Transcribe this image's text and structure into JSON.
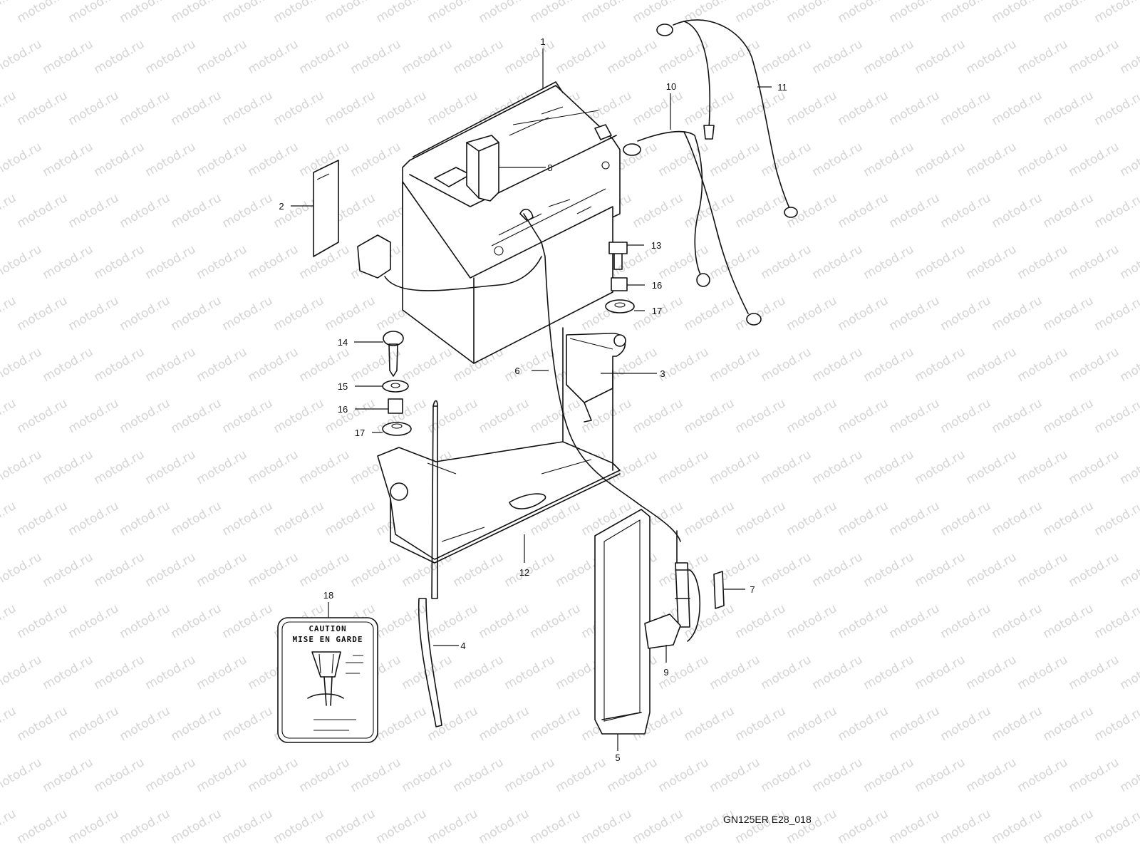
{
  "watermark": "motod.ru",
  "drawing_code": "GN125ER E28_018",
  "caution_label": {
    "line1": "CAUTION",
    "line2": "MISE EN GARDE"
  },
  "callouts": [
    "1",
    "2",
    "3",
    "4",
    "5",
    "6",
    "7",
    "8",
    "9",
    "10",
    "11",
    "12",
    "13",
    "14",
    "15",
    "16",
    "16",
    "17",
    "17",
    "18"
  ]
}
